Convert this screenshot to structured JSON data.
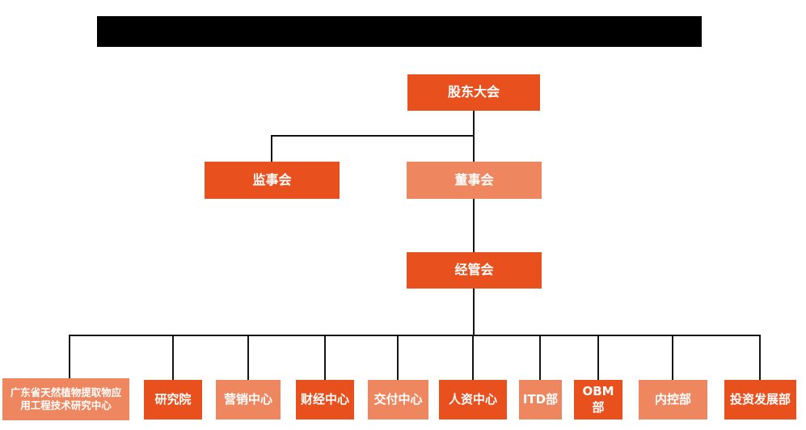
{
  "colors": {
    "node_primary": "#e8501e",
    "node_secondary": "#ee8760",
    "connector_line": "#141414",
    "node_text": "#ffffff",
    "redaction_bar": "#000000"
  },
  "title_bar": {
    "redacted": true,
    "text": ""
  },
  "org": {
    "type": "org-chart",
    "root": {
      "label": "股东大会"
    },
    "supervisory": {
      "label": "监事会"
    },
    "board": {
      "label": "董事会"
    },
    "management": {
      "label": "经管会"
    },
    "departments": [
      {
        "label": "广东省天然植物提取物应用工程技术研究中心",
        "variant": "secondary"
      },
      {
        "label": "研究院",
        "variant": "primary"
      },
      {
        "label": "营销中心",
        "variant": "secondary"
      },
      {
        "label": "财经中心",
        "variant": "primary"
      },
      {
        "label": "交付中心",
        "variant": "secondary"
      },
      {
        "label": "人资中心",
        "variant": "primary"
      },
      {
        "label": "ITD部",
        "variant": "secondary"
      },
      {
        "label": "OBM部",
        "variant": "primary"
      },
      {
        "label": "内控部",
        "variant": "secondary"
      },
      {
        "label": "投资发展部",
        "variant": "primary"
      }
    ],
    "hierarchy": [
      {
        "parent": "股东大会",
        "children": [
          "监事会",
          "董事会"
        ]
      },
      {
        "parent": "董事会",
        "children": [
          "经管会"
        ]
      },
      {
        "parent": "经管会",
        "children": [
          "广东省天然植物提取物应用工程技术研究中心",
          "研究院",
          "营销中心",
          "财经中心",
          "交付中心",
          "人资中心",
          "ITD部",
          "OBM部",
          "内控部",
          "投资发展部"
        ]
      }
    ]
  }
}
